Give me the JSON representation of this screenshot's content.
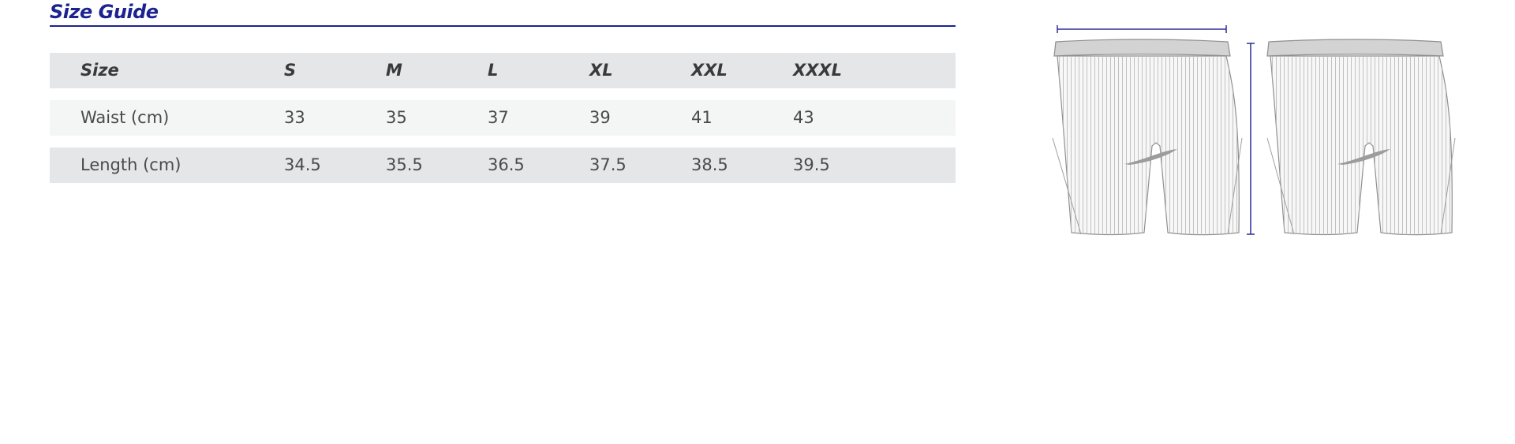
{
  "title": "Size Guide",
  "table": {
    "header": [
      "Size",
      "S",
      "M",
      "L",
      "XL",
      "XXL",
      "XXXL"
    ],
    "rows": [
      {
        "label": "Waist (cm)",
        "values": [
          "33",
          "35",
          "37",
          "39",
          "41",
          "43"
        ]
      },
      {
        "label": "Length (cm)",
        "values": [
          "34.5",
          "35.5",
          "36.5",
          "37.5",
          "38.5",
          "39.5"
        ]
      }
    ]
  },
  "illustration": {
    "items": [
      "shorts-front-icon",
      "shorts-back-icon"
    ],
    "measure_color": "#2b2f95",
    "garment_fill": "#f7f7f7",
    "waistband_fill": "#d3d3d3",
    "stripe_color": "#b8b8b8"
  },
  "colors": {
    "accent": "#1c2390",
    "header_row": "#e5e6e7",
    "light_row": "#f4f5f5"
  }
}
